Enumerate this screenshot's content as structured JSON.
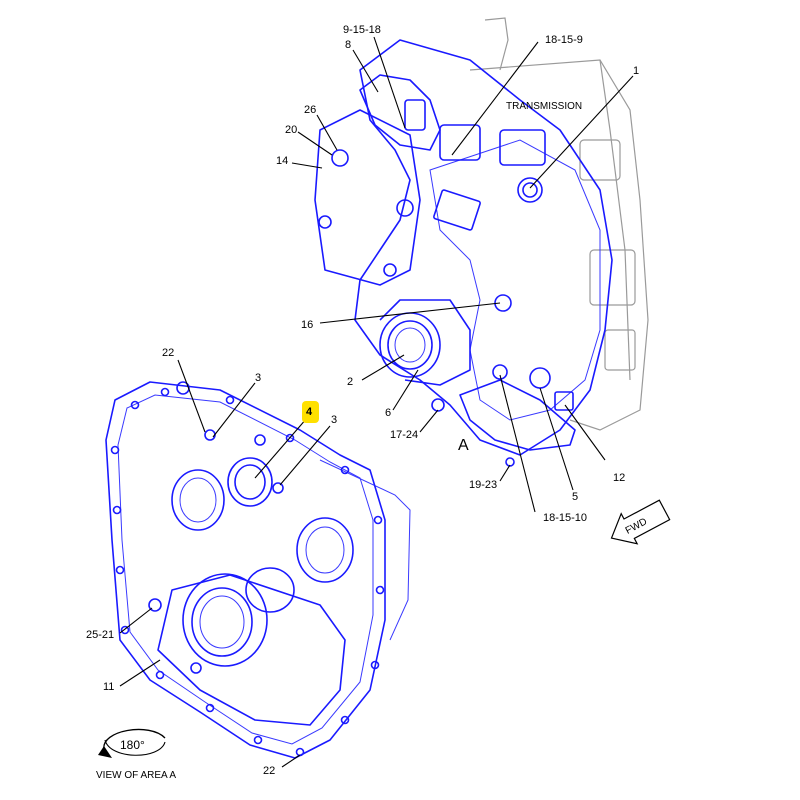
{
  "callouts": {
    "c_9_15_18": "9-15-18",
    "c_8": "8",
    "c_18_15_9": "18-15-9",
    "c_1": "1",
    "c_26": "26",
    "c_20": "20",
    "c_14": "14",
    "c_16": "16",
    "c_22_top": "22",
    "c_3_left": "3",
    "c_4": "4",
    "c_3_right": "3",
    "c_2": "2",
    "c_6": "6",
    "c_17_24": "17-24",
    "c_19_23": "19-23",
    "c_18_15_10": "18-15-10",
    "c_5": "5",
    "c_12": "12",
    "c_25_21": "25-21",
    "c_11": "11",
    "c_22_bottom": "22"
  },
  "labels": {
    "transmission": "TRANSMISSION",
    "area_a": "A",
    "fwd": "FWD",
    "rotation": "180°",
    "view_of_area": "VIEW OF AREA A"
  },
  "highlight_color": "#ffe000",
  "line_color": "#1a1aff"
}
